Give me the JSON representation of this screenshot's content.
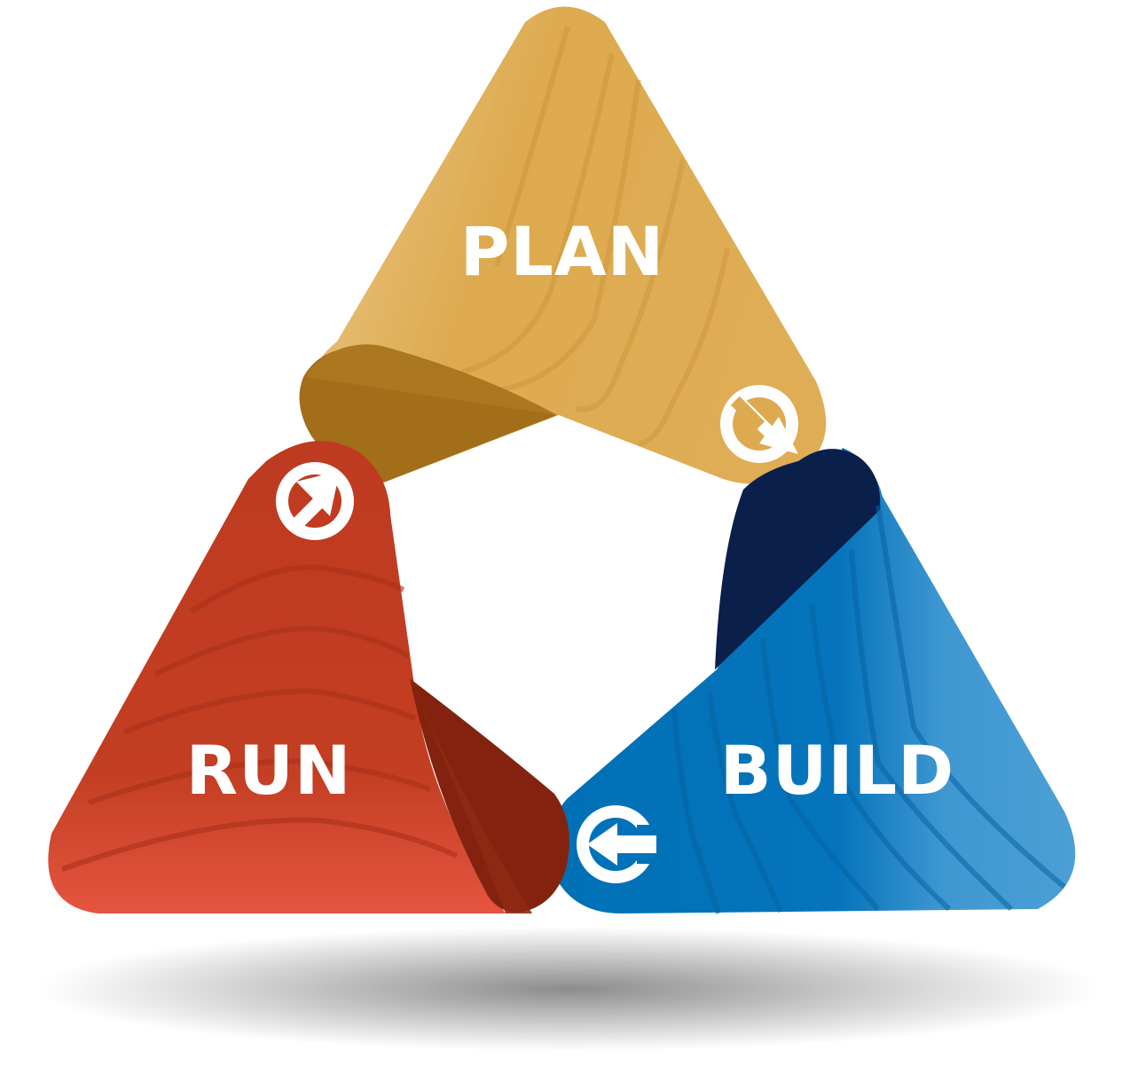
{
  "diagram": {
    "segments": [
      {
        "id": "plan",
        "label": "PLAN",
        "color": "#DDAA4F",
        "shade": "#A26E19",
        "arrow_icon": "arrow-down-right-icon"
      },
      {
        "id": "build",
        "label": "BUILD",
        "color": "#0072B9",
        "shade": "#0B1F4B",
        "arrow_icon": "arrow-left-icon"
      },
      {
        "id": "run",
        "label": "RUN",
        "color": "#C13B21",
        "shade": "#83230F",
        "arrow_icon": "arrow-up-right-icon"
      }
    ]
  }
}
